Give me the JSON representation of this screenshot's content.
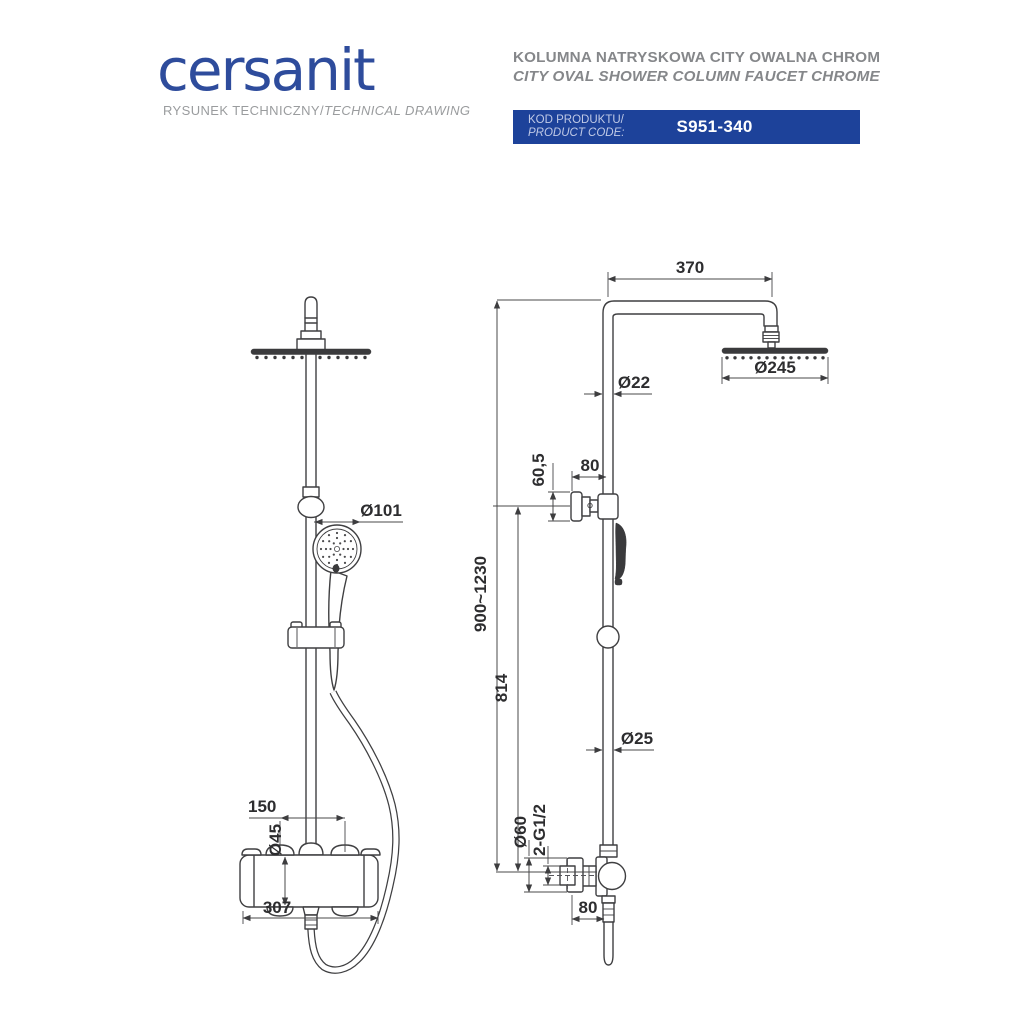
{
  "header": {
    "logo": "cersanit",
    "subtitle_pl": "RYSUNEK TECHNICZNY/",
    "subtitle_en": "TECHNICAL DRAWING",
    "title_pl": "KOLUMNA NATRYSKOWA CITY OWALNA CHROM",
    "title_en": "CITY OVAL SHOWER COLUMN FAUCET CHROME",
    "code_label_pl": "KOD PRODUKTU/",
    "code_label_en": "PRODUCT CODE:",
    "code_value": "S951-340"
  },
  "colors": {
    "brand_blue": "#2e4c9c",
    "code_box_blue": "#1d429a",
    "title_gray": "#85878a",
    "line_color": "#3f3f41"
  },
  "front_view": {
    "dims": {
      "hand_shower_diameter": "Ø101",
      "inlet_spacing": "150",
      "body_diameter": "Ø45",
      "body_width": "307"
    }
  },
  "side_view": {
    "dims": {
      "arm_length": "370",
      "upper_pipe_diameter": "Ø22",
      "head_diameter": "Ø245",
      "bracket_height": "60,5",
      "bracket_wall_offset": "80",
      "total_height": "900~1230",
      "bracket_to_valve": "814",
      "lower_pipe_diameter": "Ø25",
      "escutcheon_diameter": "Ø60",
      "thread": "2-G1/2",
      "valve_wall_offset": "80"
    }
  }
}
